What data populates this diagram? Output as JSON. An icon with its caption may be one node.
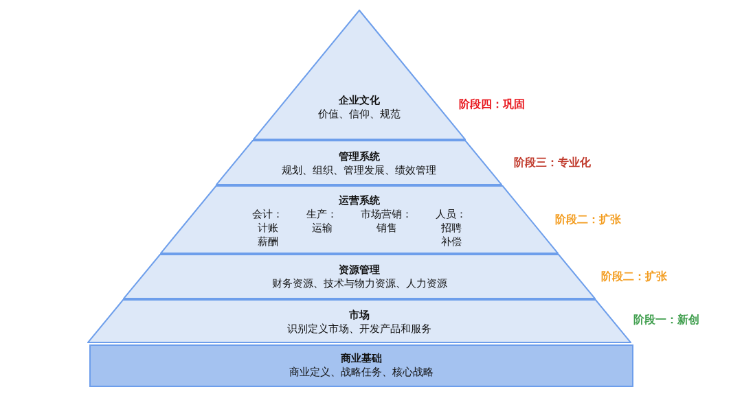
{
  "diagram": {
    "nodes": [
      {
        "text": [
          "企业文化",
          "价值、信仰、规范"
        ],
        "beside": [
          "阶段四：巩固"
        ]
      },
      {
        "text": [
          "管理系统",
          "规划、组织、管理发展、绩效管理"
        ],
        "beside": [
          "阶段三：专业化"
        ]
      },
      {
        "text": [
          "运营系统",
          "会计：",
          "计账",
          "薪酬",
          "生产：",
          "运输",
          "市场营销：",
          "销售",
          "人员：",
          "招聘",
          "补偿"
        ],
        "beside": [
          "阶段二：扩张"
        ]
      },
      {
        "text": [
          "资源管理",
          "财务资源、技术与物力资源、人力资源"
        ],
        "beside": [
          "阶段二：扩张"
        ]
      },
      {
        "text": [
          "市场",
          "识别定义市场、开发产品和服务"
        ],
        "beside": [
          "阶段一：新创"
        ]
      },
      {
        "text": [
          "商业基础",
          "商业定义、战略任务、核心战略"
        ]
      }
    ]
  }
}
